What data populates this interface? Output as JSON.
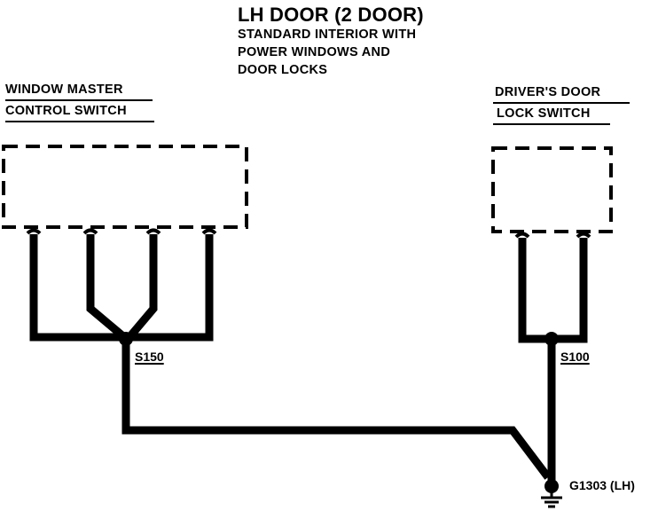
{
  "title": "LH DOOR (2 DOOR)",
  "subtitle_lines": [
    "STANDARD INTERIOR WITH",
    "POWER WINDOWS AND",
    "DOOR LOCKS"
  ],
  "components": {
    "window_master": {
      "lines": [
        "WINDOW MASTER",
        "CONTROL SWITCH"
      ]
    },
    "drivers_door": {
      "lines": [
        "DRIVER'S DOOR",
        "LOCK SWITCH"
      ]
    }
  },
  "splices": {
    "s150": "S150",
    "s100": "S100"
  },
  "ground": {
    "label": "G1303 (LH)"
  },
  "colors": {
    "wire": "#000000",
    "background": "#ffffff"
  }
}
